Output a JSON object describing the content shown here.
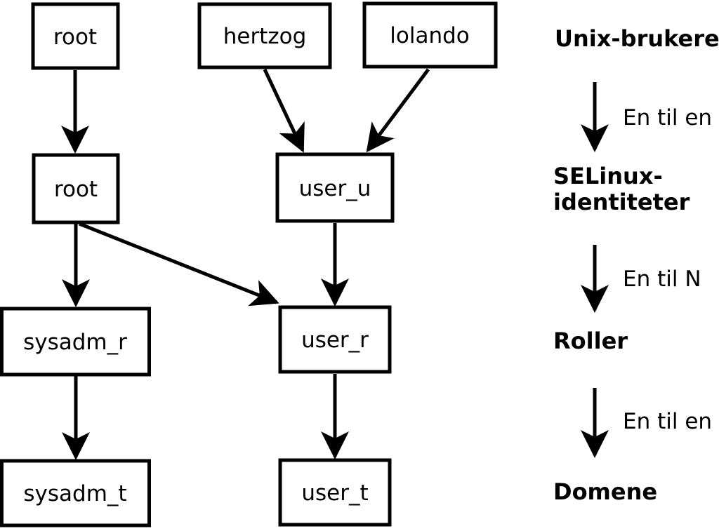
{
  "diagram": {
    "title_semantic": "selinux-identity-role-domain-mapping",
    "colors": {
      "stroke": "#000000",
      "fill": "#ffffff",
      "background": "#ffffff"
    },
    "boxes": [
      {
        "id": "unix-user-root",
        "label": "root"
      },
      {
        "id": "unix-user-hertzog",
        "label": "hertzog"
      },
      {
        "id": "unix-user-lolando",
        "label": "lolando"
      },
      {
        "id": "selinux-id-root",
        "label": "root"
      },
      {
        "id": "selinux-id-user-u",
        "label": "user_u"
      },
      {
        "id": "role-sysadm-r",
        "label": "sysadm_r"
      },
      {
        "id": "role-user-r",
        "label": "user_r"
      },
      {
        "id": "domain-sysadm-t",
        "label": "sysadm_t"
      },
      {
        "id": "domain-user-t",
        "label": "user_t"
      }
    ],
    "legend": {
      "unix_users": "Unix-brukere",
      "one_to_one_1": "En til en",
      "selinux_identities_line1": "SELinux-",
      "selinux_identities_line2": "identiteter",
      "one_to_n": "En til N",
      "roles": "Roller",
      "one_to_one_2": "En til en",
      "domains": "Domene"
    }
  }
}
